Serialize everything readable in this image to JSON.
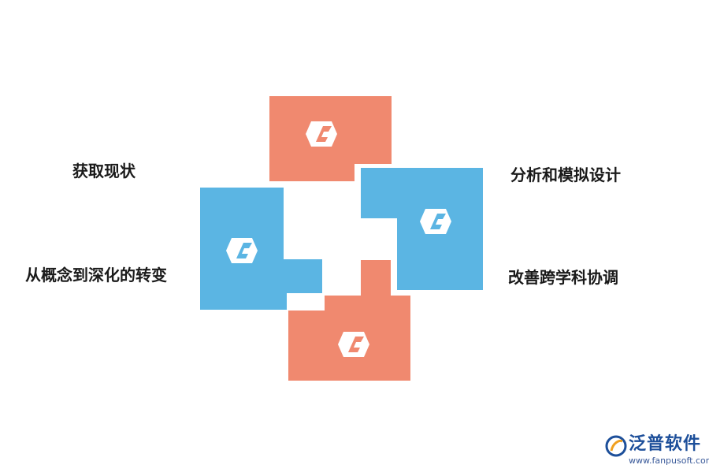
{
  "labels": {
    "top_left": "获取现状",
    "bottom_left": "从概念到深化的转变",
    "top_right": "分析和模拟设计",
    "bottom_right": "改善跨学科协调"
  },
  "colors": {
    "salmon": "#f0896f",
    "blue": "#5bb5e3",
    "icon": "#ffffff"
  },
  "icons": {
    "tile_icon": "hexagon-f-icon"
  },
  "brand": {
    "name": "泛普软件",
    "url": "www.fanpusoft.com"
  }
}
